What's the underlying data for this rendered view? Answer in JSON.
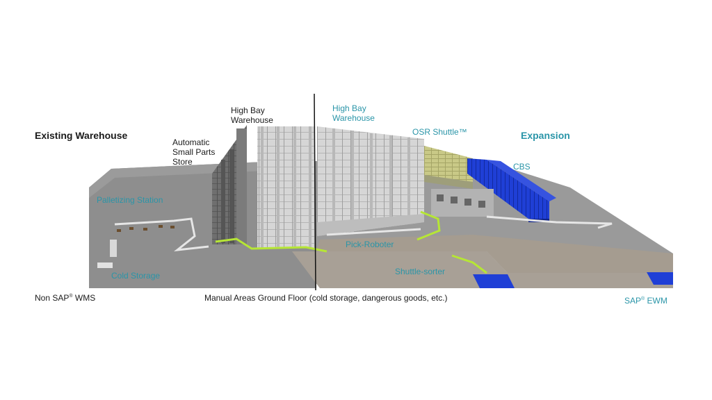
{
  "labels": {
    "existing_warehouse": "Existing Warehouse",
    "expansion": "Expansion",
    "high_bay_left": "High Bay\nWarehouse",
    "high_bay_right": "High Bay\nWarehouse",
    "automatic_small_parts": "Automatic\nSmall Parts\nStore",
    "osr_shuttle": "OSR Shuttle™",
    "cbs": "CBS",
    "palletizing_station": "Palletizing Station",
    "pick_roboter": "Pick-Roboter",
    "shuttle_sorter": "Shuttle-sorter",
    "cold_storage": "Cold Storage",
    "non_sap_prefix": "Non SAP",
    "non_sap_suffix": " WMS",
    "manual_areas": "Manual Areas Ground Floor (cold storage, dangerous goods, etc.)",
    "sap_prefix": "SAP",
    "sap_suffix": " EWM",
    "registered": "®"
  },
  "colors": {
    "label_teal": "#2a95a8",
    "label_dark": "#1a1a1a",
    "conveyor_green": "#b6e635",
    "conveyor_blue": "#1f3fd6",
    "floor_dark": "#8d8d8d",
    "floor_tan": "#a89f94",
    "rack_light": "#d4d4d4",
    "rack_dark": "#6e6e6e",
    "osr_yellow": "#c9c987"
  }
}
